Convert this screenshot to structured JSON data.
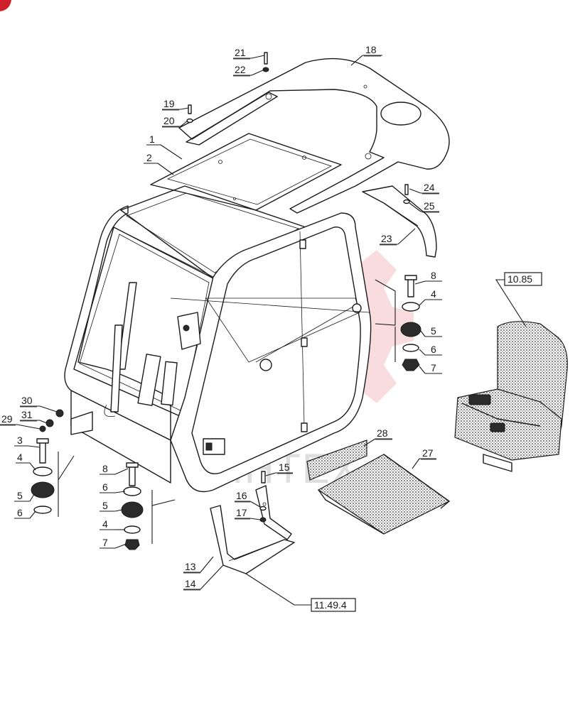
{
  "watermark": {
    "text": "ИНТЕХ",
    "color": "#e8858a"
  },
  "callouts": [
    {
      "id": "c1",
      "text": "1"
    },
    {
      "id": "c2",
      "text": "2"
    },
    {
      "id": "c18",
      "text": "18"
    },
    {
      "id": "c19",
      "text": "19"
    },
    {
      "id": "c20",
      "text": "20"
    },
    {
      "id": "c21",
      "text": "21"
    },
    {
      "id": "c22",
      "text": "22"
    },
    {
      "id": "c23",
      "text": "23"
    },
    {
      "id": "c24",
      "text": "24"
    },
    {
      "id": "c25",
      "text": "25"
    },
    {
      "id": "c8a",
      "text": "8"
    },
    {
      "id": "c4a",
      "text": "4"
    },
    {
      "id": "c5a",
      "text": "5"
    },
    {
      "id": "c6a",
      "text": "6"
    },
    {
      "id": "c7a",
      "text": "7"
    },
    {
      "id": "c30",
      "text": "30"
    },
    {
      "id": "c31",
      "text": "31"
    },
    {
      "id": "c29",
      "text": "29"
    },
    {
      "id": "c3",
      "text": "3"
    },
    {
      "id": "c4b",
      "text": "4"
    },
    {
      "id": "c5b",
      "text": "5"
    },
    {
      "id": "c6b",
      "text": "6"
    },
    {
      "id": "c8b",
      "text": "8"
    },
    {
      "id": "c6c",
      "text": "6"
    },
    {
      "id": "c5c",
      "text": "5"
    },
    {
      "id": "c4c",
      "text": "4"
    },
    {
      "id": "c7c",
      "text": "7"
    },
    {
      "id": "c15",
      "text": "15"
    },
    {
      "id": "c16",
      "text": "16"
    },
    {
      "id": "c17",
      "text": "17"
    },
    {
      "id": "c13",
      "text": "13"
    },
    {
      "id": "c14",
      "text": "14"
    },
    {
      "id": "c27",
      "text": "27"
    },
    {
      "id": "c28",
      "text": "28"
    }
  ],
  "references": [
    {
      "id": "seat_ref",
      "text": "10.85"
    },
    {
      "id": "step_ref",
      "text": "11.49.4"
    }
  ]
}
